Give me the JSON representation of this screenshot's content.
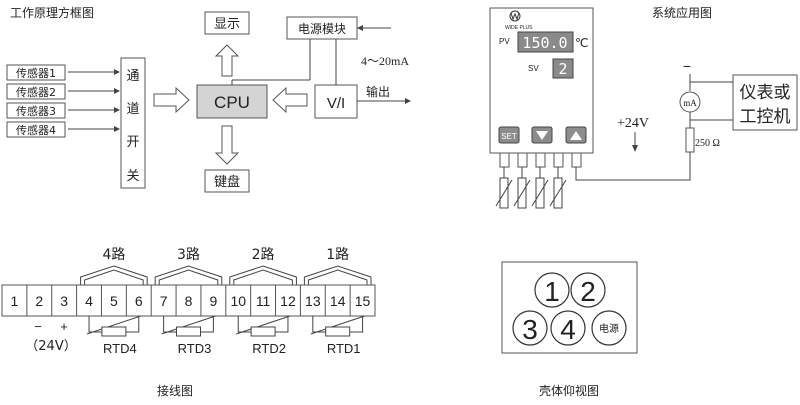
{
  "block_diagram": {
    "title": "工作原理方框图",
    "sensors": [
      "传感器1",
      "传感器2",
      "传感器3",
      "传感器4"
    ],
    "switch_chars": [
      "通",
      "道",
      "开",
      "关"
    ],
    "cpu": "CPU",
    "display": "显示",
    "keyboard": "键盘",
    "vi": "V/I",
    "power_module": "电源模块",
    "current_range": "4～20mA",
    "output": "输出"
  },
  "app_diagram": {
    "title": "系统应用图",
    "brand": "WIDE PLUS",
    "pv_label": "PV",
    "pv_value": "150.0",
    "unit": "℃",
    "sv_label": "SV",
    "sv_value": "2",
    "set_key": "SET",
    "supply": "+24V",
    "minus": "−",
    "ammeter": "mA",
    "resistor": "250 Ω",
    "instrument_line1": "仪表或",
    "instrument_line2": "工控机"
  },
  "wiring": {
    "title": "接线图",
    "channels": [
      "4路",
      "3路",
      "2路",
      "1路"
    ],
    "terminals": [
      "1",
      "2",
      "3",
      "4",
      "5",
      "6",
      "7",
      "8",
      "9",
      "10",
      "11",
      "12",
      "13",
      "14",
      "15"
    ],
    "minus": "−",
    "plus": "+",
    "supply": "（24V）",
    "rtds": [
      "RTD4",
      "RTD3",
      "RTD2",
      "RTD1"
    ]
  },
  "shell": {
    "title": "壳体仰视图",
    "sockets": [
      "1",
      "2",
      "3",
      "4"
    ],
    "power": "电源"
  },
  "colors": {
    "line": "#444444",
    "cpu_fill": "#d4d4d4",
    "display_bg": "#8a8a8a",
    "digit": "#ffffff",
    "key": "#8c8c8c"
  }
}
